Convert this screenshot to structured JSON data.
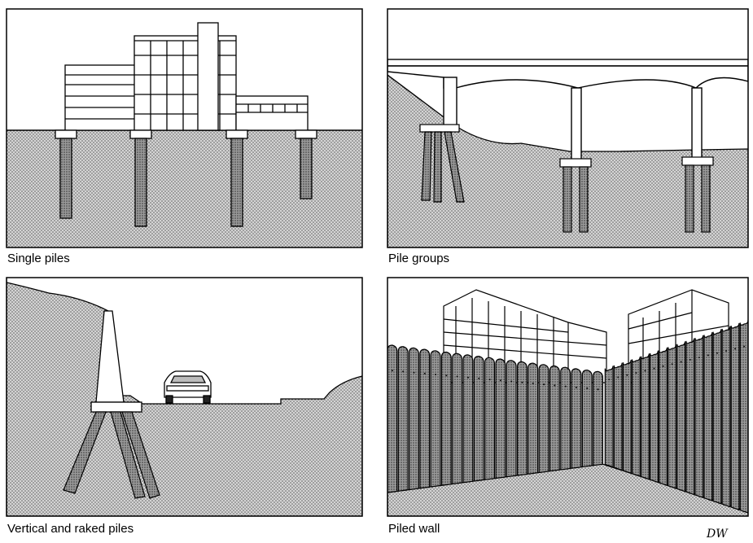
{
  "panels": [
    {
      "caption": "Single piles"
    },
    {
      "caption": "Pile groups"
    },
    {
      "caption": "Vertical and raked piles"
    },
    {
      "caption": "Piled wall"
    }
  ],
  "signature": "DW"
}
